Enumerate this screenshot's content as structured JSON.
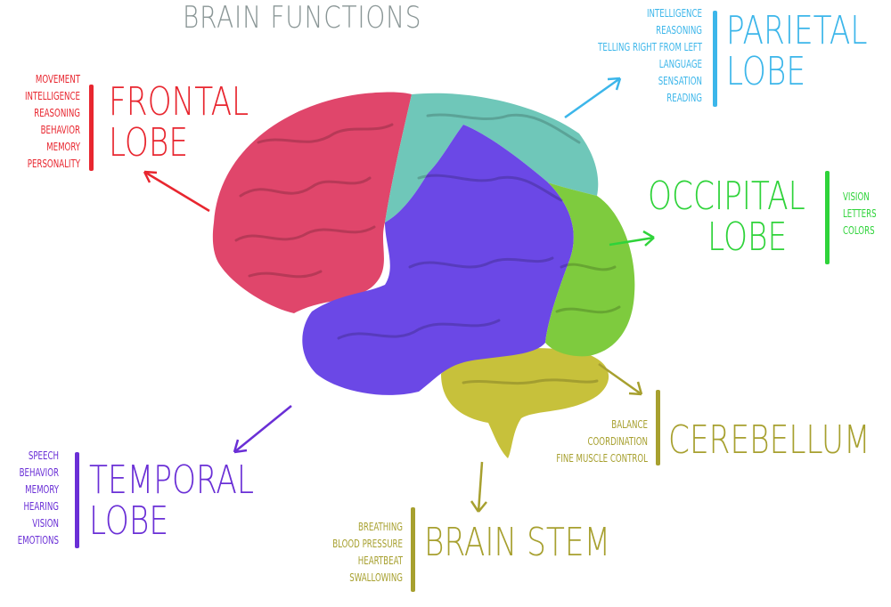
{
  "title": "BRAIN FUNCTIONS",
  "colors": {
    "frontal": "#e8262f",
    "parietal": "#3cb6ea",
    "occipital": "#2fd33a",
    "temporal": "#6a2fd6",
    "cerebellum": "#a7a02f",
    "brain_stem": "#a7a02f",
    "brain_frontal_fill": "#e0466b",
    "brain_parietal_fill": "#6fc7b9",
    "brain_temporal_fill": "#6b48e6",
    "brain_occipital_fill": "#7ecb3e",
    "brain_cerebellum_fill": "#c7c13b"
  },
  "frontal": {
    "name_line1": "FRONTAL",
    "name_line2": "LOBE",
    "items": [
      "MOVEMENT",
      "INTELLIGENCE",
      "REASONING",
      "BEHAVIOR",
      "MEMORY",
      "PERSONALITY"
    ]
  },
  "parietal": {
    "name_line1": "PARIETAL",
    "name_line2": "LOBE",
    "items": [
      "INTELLIGENCE",
      "REASONING",
      "TELLING RIGHT FROM LEFT",
      "LANGUAGE",
      "SENSATION",
      "READING"
    ]
  },
  "occipital": {
    "name_line1": "OCCIPITAL",
    "name_line2": "LOBE",
    "items": [
      "VISION",
      "LETTERS",
      "COLORS"
    ]
  },
  "temporal": {
    "name_line1": "TEMPORAL",
    "name_line2": "LOBE",
    "items": [
      "SPEECH",
      "BEHAVIOR",
      "MEMORY",
      "HEARING",
      "VISION",
      "EMOTIONS"
    ]
  },
  "cerebellum": {
    "name": "CEREBELLUM",
    "items": [
      "BALANCE",
      "COORDINATION",
      "FINE MUSCLE CONTROL"
    ]
  },
  "brain_stem": {
    "name": "BRAIN STEM",
    "items": [
      "BREATHING",
      "BLOOD PRESSURE",
      "HEARTBEAT",
      "SWALLOWING"
    ]
  }
}
